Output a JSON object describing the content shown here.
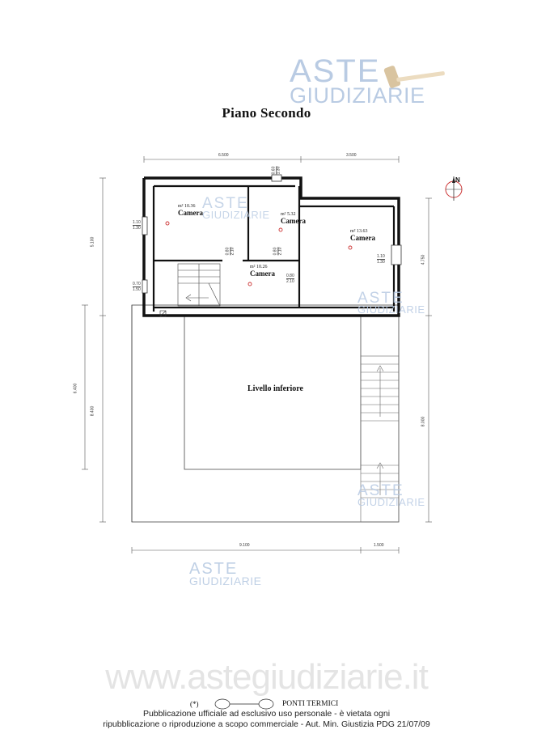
{
  "header": {
    "title": "Piano Secondo"
  },
  "watermark": {
    "line1": "ASTE",
    "line2": "GIUDIZIARIE",
    "color": "#b9cbe3"
  },
  "rooms": [
    {
      "area": "m² 10.36",
      "label": "Camera"
    },
    {
      "area": "m² 5.32",
      "label": "Camera"
    },
    {
      "area": "m² 13.63",
      "label": "Camera"
    },
    {
      "area": "m² 10.26",
      "label": "Camera"
    }
  ],
  "lower_level_label": "Livello inferiore",
  "dimensions": {
    "top_left": "6.500",
    "top_right": "3.500",
    "bottom_left": "9.100",
    "bottom_right": "1.500",
    "left_upper": "5.100",
    "left_outer": "8.400",
    "left_inner": "6.400",
    "right_upper": "4.750",
    "right_lower": "8.000"
  },
  "openings": [
    {
      "w": "1.10",
      "h": "1.30"
    },
    {
      "w": "0.70",
      "h": "1.50"
    },
    {
      "w": "1.10",
      "h": "1.30"
    },
    {
      "w": "0.80",
      "h": "2.10"
    },
    {
      "w": "0.60",
      "h": "1.30"
    },
    {
      "w": "0.80",
      "h": "2.10"
    },
    {
      "w": "0.80",
      "h": "2.10"
    }
  ],
  "compass": {
    "label": "N"
  },
  "site_url": "www.astegiudiziarie.it",
  "legend": {
    "marker": "(*)",
    "label": "PONTI TERMICI"
  },
  "footer": {
    "line1": "Pubblicazione ufficiale ad esclusivo uso personale - è vietata ogni",
    "line2": "ripubblicazione o riproduzione a scopo commerciale - Aut. Min. Giustizia PDG 21/07/09"
  }
}
